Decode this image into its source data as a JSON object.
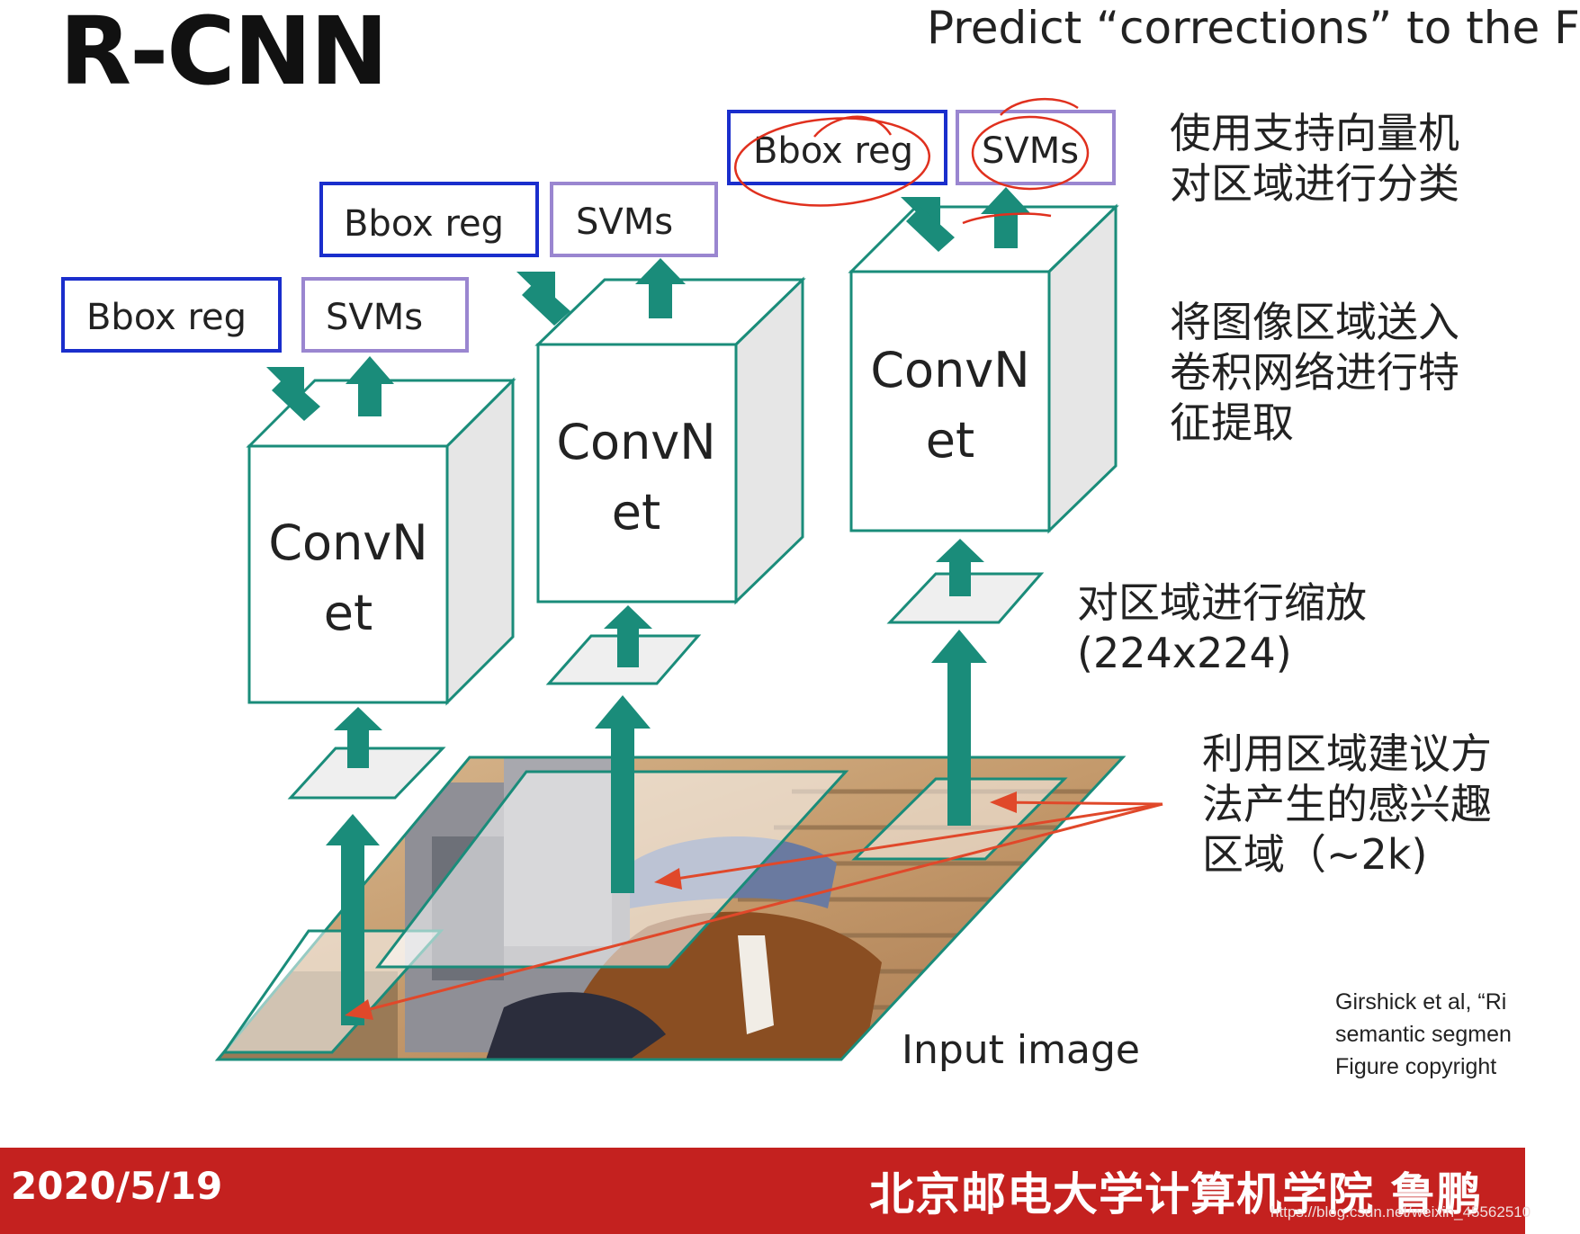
{
  "slide": {
    "title": "R-CNN",
    "subtitle": "Predict “corrections” to the F"
  },
  "diagram": {
    "columns": [
      {
        "bbox_label": "Bbox reg",
        "svm_label": "SVMs",
        "convnet_line1": "ConvN",
        "convnet_line2": "et"
      },
      {
        "bbox_label": "Bbox reg",
        "svm_label": "SVMs",
        "convnet_line1": "ConvN",
        "convnet_line2": "et"
      },
      {
        "bbox_label": "Bbox reg",
        "svm_label": "SVMs",
        "convnet_line1": "ConvN",
        "convnet_line2": "et"
      }
    ],
    "input_label": "Input image"
  },
  "notes": {
    "classify": "使用支持向量机\n对区域进行分类",
    "feature": "将图像区域送入\n卷积网络进行特\n征提取",
    "warp": "对区域进行缩放\n  (224x224)",
    "proposal": "利用区域建议方\n法产生的感兴趣\n区域（~2k)"
  },
  "citation": "Girshick et al, “Ri\nsemantic segmen\nFigure copyright",
  "footer": {
    "date": "2020/5/19",
    "institution": "北京邮电大学计算机学院  鲁鹏",
    "watermark": "https://blog.csdn.net/weixin_45562510"
  },
  "colors": {
    "teal": "#1a8c7a",
    "bbox_border": "#1a2ecc",
    "svm_border": "#9a86d0",
    "annotation_red": "#e0482a",
    "footer_red": "#c4211f"
  }
}
